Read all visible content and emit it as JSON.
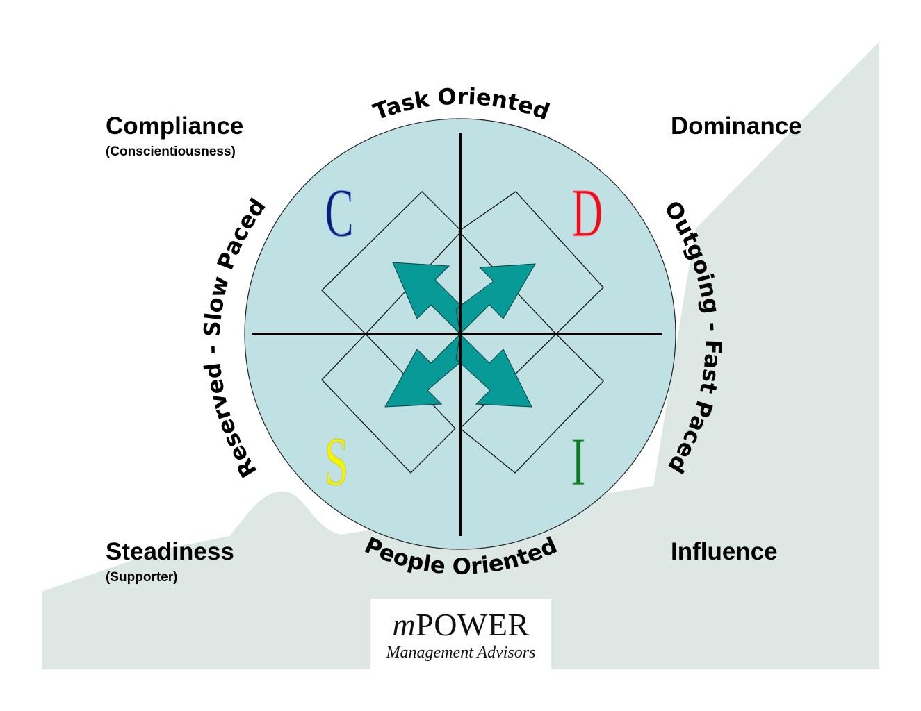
{
  "quadrants": {
    "top_left": {
      "title": "Compliance",
      "subtitle": "(Conscientiousness)",
      "letter": "C"
    },
    "top_right": {
      "title": "Dominance",
      "letter": "D"
    },
    "bottom_left": {
      "title": "Steadiness",
      "subtitle": "(Supporter)",
      "letter": "S"
    },
    "bottom_right": {
      "title": "Influence",
      "letter": "I"
    }
  },
  "axes": {
    "top": "Task Oriented",
    "bottom": "People Oriented",
    "left": "Reserved - Slow Paced",
    "right": "Outgoing - Fast Paced"
  },
  "logo": {
    "prefix": "m",
    "name": "POWER",
    "tagline": "Management Advisors"
  },
  "colors": {
    "letter_c": "#0a1d7a",
    "letter_d": "#e8101a",
    "letter_s": "#f4f400",
    "letter_i": "#117a2a",
    "circle_fill": "#bfe1e4",
    "arrows": "#079a97",
    "background_shape": "#dde8e4"
  }
}
